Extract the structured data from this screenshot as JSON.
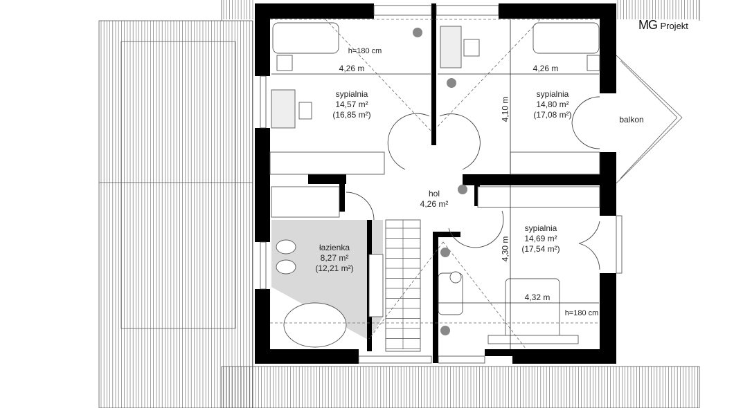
{
  "logo": {
    "mark": "MG",
    "text": "Projekt"
  },
  "rooms": [
    {
      "name": "sypialnia",
      "area": "14,57 m²",
      "gross": "(16,85 m²)"
    },
    {
      "name": "sypialnia",
      "area": "14,80 m²",
      "gross": "(17,08 m²)"
    },
    {
      "name": "hol",
      "area": "4,26 m²"
    },
    {
      "name": "łazienka",
      "area": "8,27 m²",
      "gross": "(12,21 m²)"
    },
    {
      "name": "sypialnia",
      "area": "14,69 m²",
      "gross": "(17,54 m²)"
    }
  ],
  "labels": {
    "balcony": "balkon"
  },
  "dimensions": {
    "left_width": "4,26 m",
    "right_width": "4,26 m",
    "right_depth": "4,10 m",
    "lower_depth": "4,30 m",
    "lower_width": "4,32 m",
    "height_top": "h=180 cm",
    "height_bottom": "h=180 cm"
  }
}
